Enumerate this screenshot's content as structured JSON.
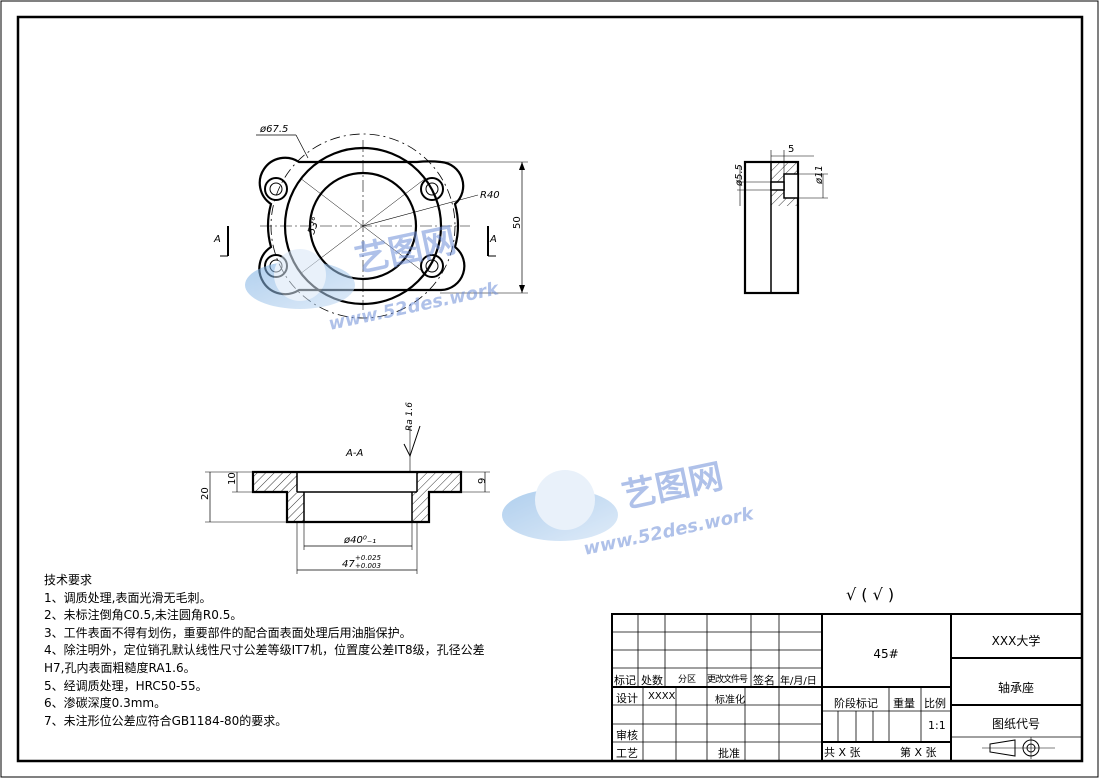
{
  "drawing": {
    "top_view": {
      "diameter_label": "ø67.5",
      "radius_label": "R40",
      "angle_label": "53°",
      "height_label": "50",
      "section_mark_left": "A",
      "section_mark_right": "A"
    },
    "side_view": {
      "width_label": "5",
      "small_dia_label": "ø5.5",
      "large_dia_label": "ø11"
    },
    "section_view": {
      "title": "A-A",
      "roughness_label": "Ra 1.6",
      "total_height_label": "20",
      "flange_height_label": "10",
      "step_label": "9",
      "inner_dia_label": "ø40⁰₋₁",
      "outer_dia_main": "47",
      "outer_dia_tol_upper": "+0.025",
      "outer_dia_tol_lower": "+0.003"
    },
    "surface_symbol": "√ ( √ )",
    "watermarks": [
      {
        "cn": "艺图网",
        "url": "www.52des.work"
      },
      {
        "cn": "艺图网",
        "url": "www.52des.work"
      }
    ]
  },
  "notes": {
    "title": "技术要求",
    "items": [
      "1、调质处理,表面光滑无毛刺。",
      "2、未标注倒角C0.5,未注圆角R0.5。",
      "3、工件表面不得有划伤，重要部件的配合面表面处理后用油脂保护。",
      "4、除注明外，定位销孔默认线性尺寸公差等级IT7机，位置度公差IT8级，孔径公差",
      "H7,孔内表面粗糙度RA1.6。",
      "5、经调质处理，HRC50-55。",
      "6、渗碳深度0.3mm。",
      "7、未注形位公差应符合GB1184-80的要求。"
    ]
  },
  "title_block": {
    "material": "45#",
    "school": "XXX大学",
    "part_name": "轴承座",
    "drawing_no_label": "图纸代号",
    "scale": "1:1",
    "row_headers": {
      "mark": "标记",
      "count": "处数",
      "zone": "分区",
      "change_doc": "更改文件号",
      "sign": "签名",
      "date": "年/月/日"
    },
    "design_label": "设计",
    "designer": "XXXX",
    "standardize_label": "标准化",
    "review_label": "审核",
    "process_label": "工艺",
    "approve_label": "批准",
    "stage_label": "阶段标记",
    "weight_label": "重量",
    "scale_label": "比例",
    "sheets_total": "共 X 张",
    "sheet_no": "第 X 张"
  }
}
